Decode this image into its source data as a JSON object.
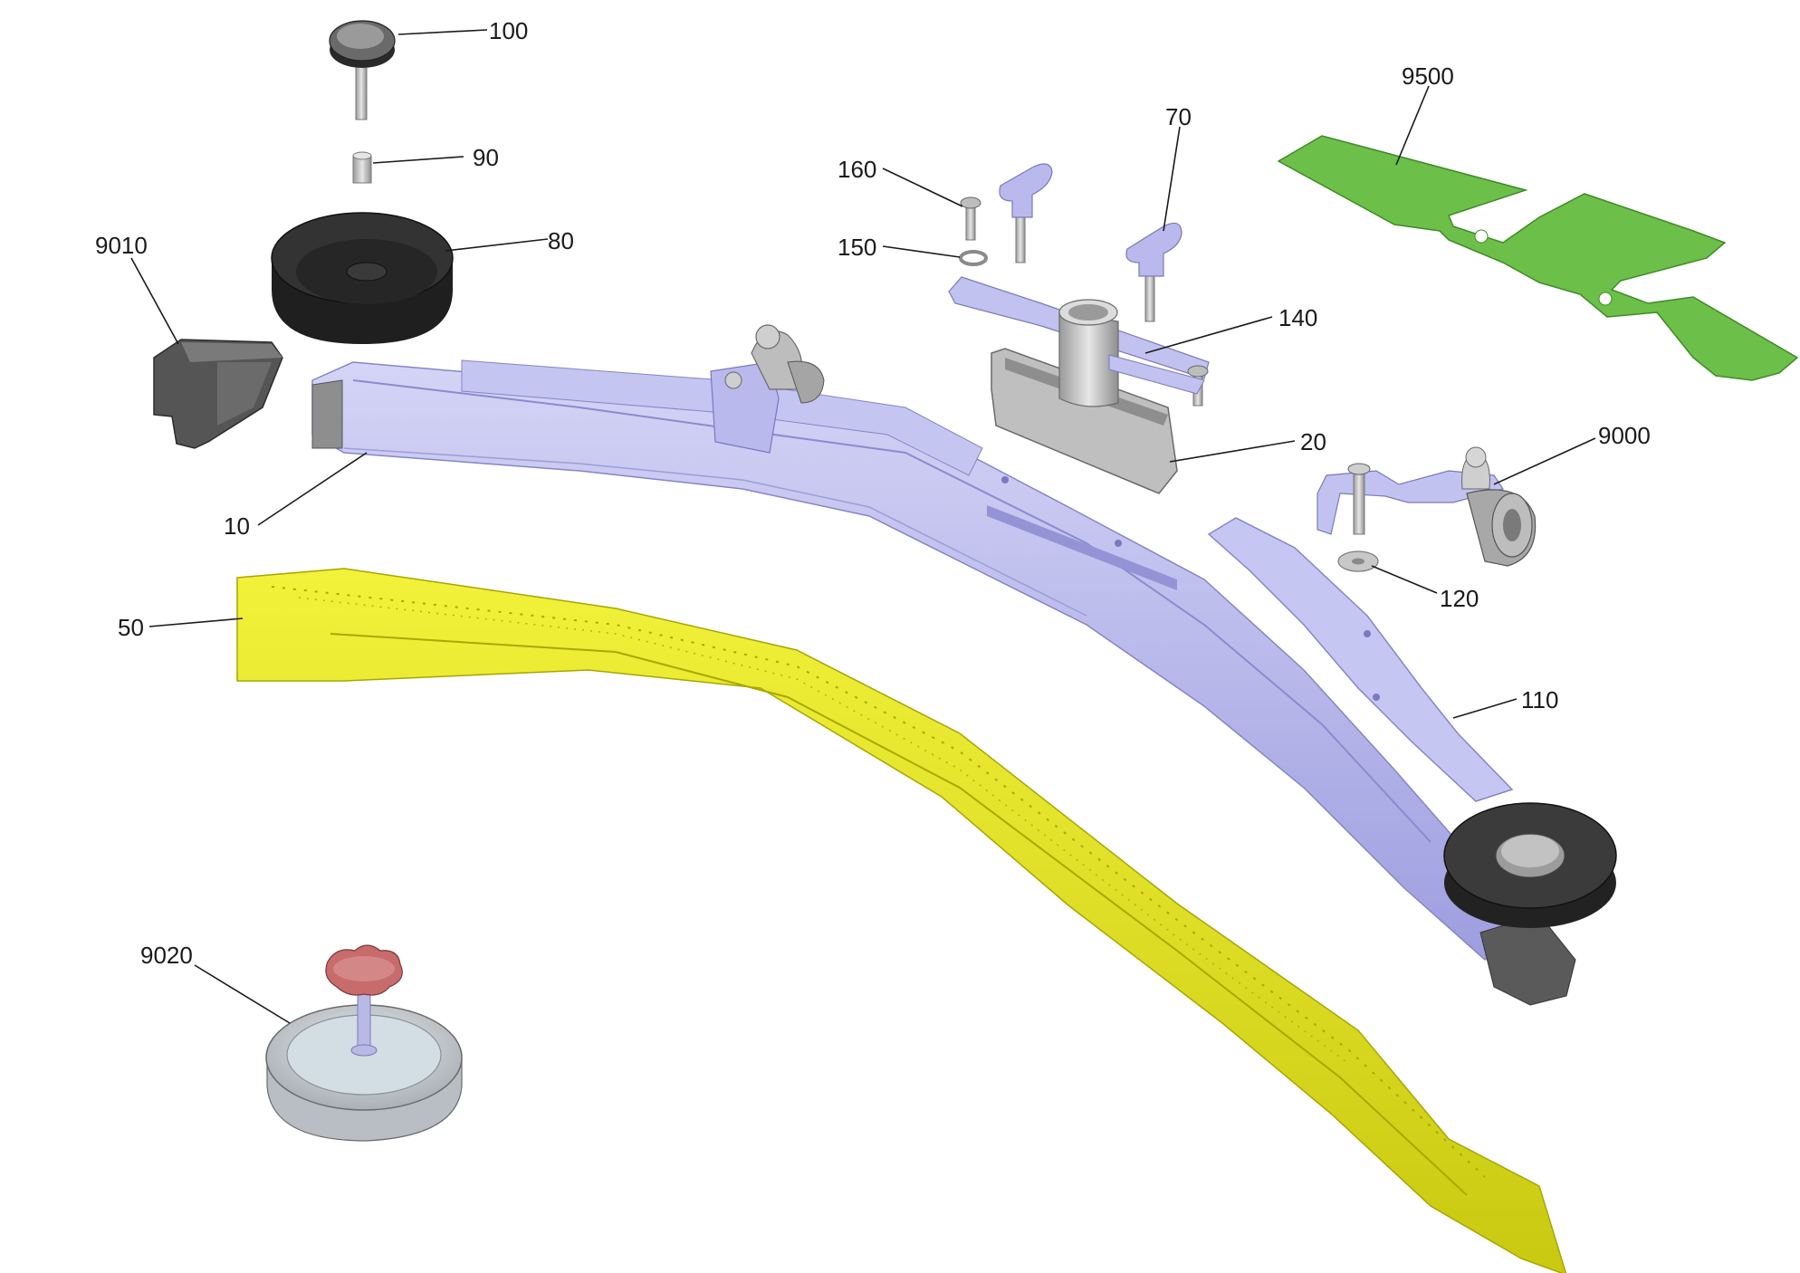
{
  "diagram": {
    "parts": [
      {
        "id": "p100",
        "label": "100",
        "name": "knob-screw"
      },
      {
        "id": "p90",
        "label": "90",
        "name": "spacer-sleeve"
      },
      {
        "id": "p80",
        "label": "80",
        "name": "wheel-black"
      },
      {
        "id": "p9010",
        "label": "9010",
        "name": "wheel-holder"
      },
      {
        "id": "p10",
        "label": "10",
        "name": "squeegee-frame"
      },
      {
        "id": "p50",
        "label": "50",
        "name": "squeegee-blade"
      },
      {
        "id": "p9020",
        "label": "9020",
        "name": "wheel-assembly"
      },
      {
        "id": "p160",
        "label": "160",
        "name": "screw"
      },
      {
        "id": "p150",
        "label": "150",
        "name": "washer"
      },
      {
        "id": "p70",
        "label": "70",
        "name": "wing-screw"
      },
      {
        "id": "p140",
        "label": "140",
        "name": "bracket-plate"
      },
      {
        "id": "p20",
        "label": "20",
        "name": "suction-nozzle"
      },
      {
        "id": "p9500",
        "label": "9500",
        "name": "gasket-plate"
      },
      {
        "id": "p9000",
        "label": "9000",
        "name": "caster-bracket"
      },
      {
        "id": "p120",
        "label": "120",
        "name": "washer-small"
      },
      {
        "id": "p110",
        "label": "110",
        "name": "clamping-strip"
      }
    ],
    "colors": {
      "frame": "#b8b8ec",
      "blade": "#e6e61e",
      "gasket": "#6cbf48",
      "rubber": "#2a2a2a",
      "metal": "#c8c8c8",
      "knob_red": "#c76b6b"
    }
  }
}
